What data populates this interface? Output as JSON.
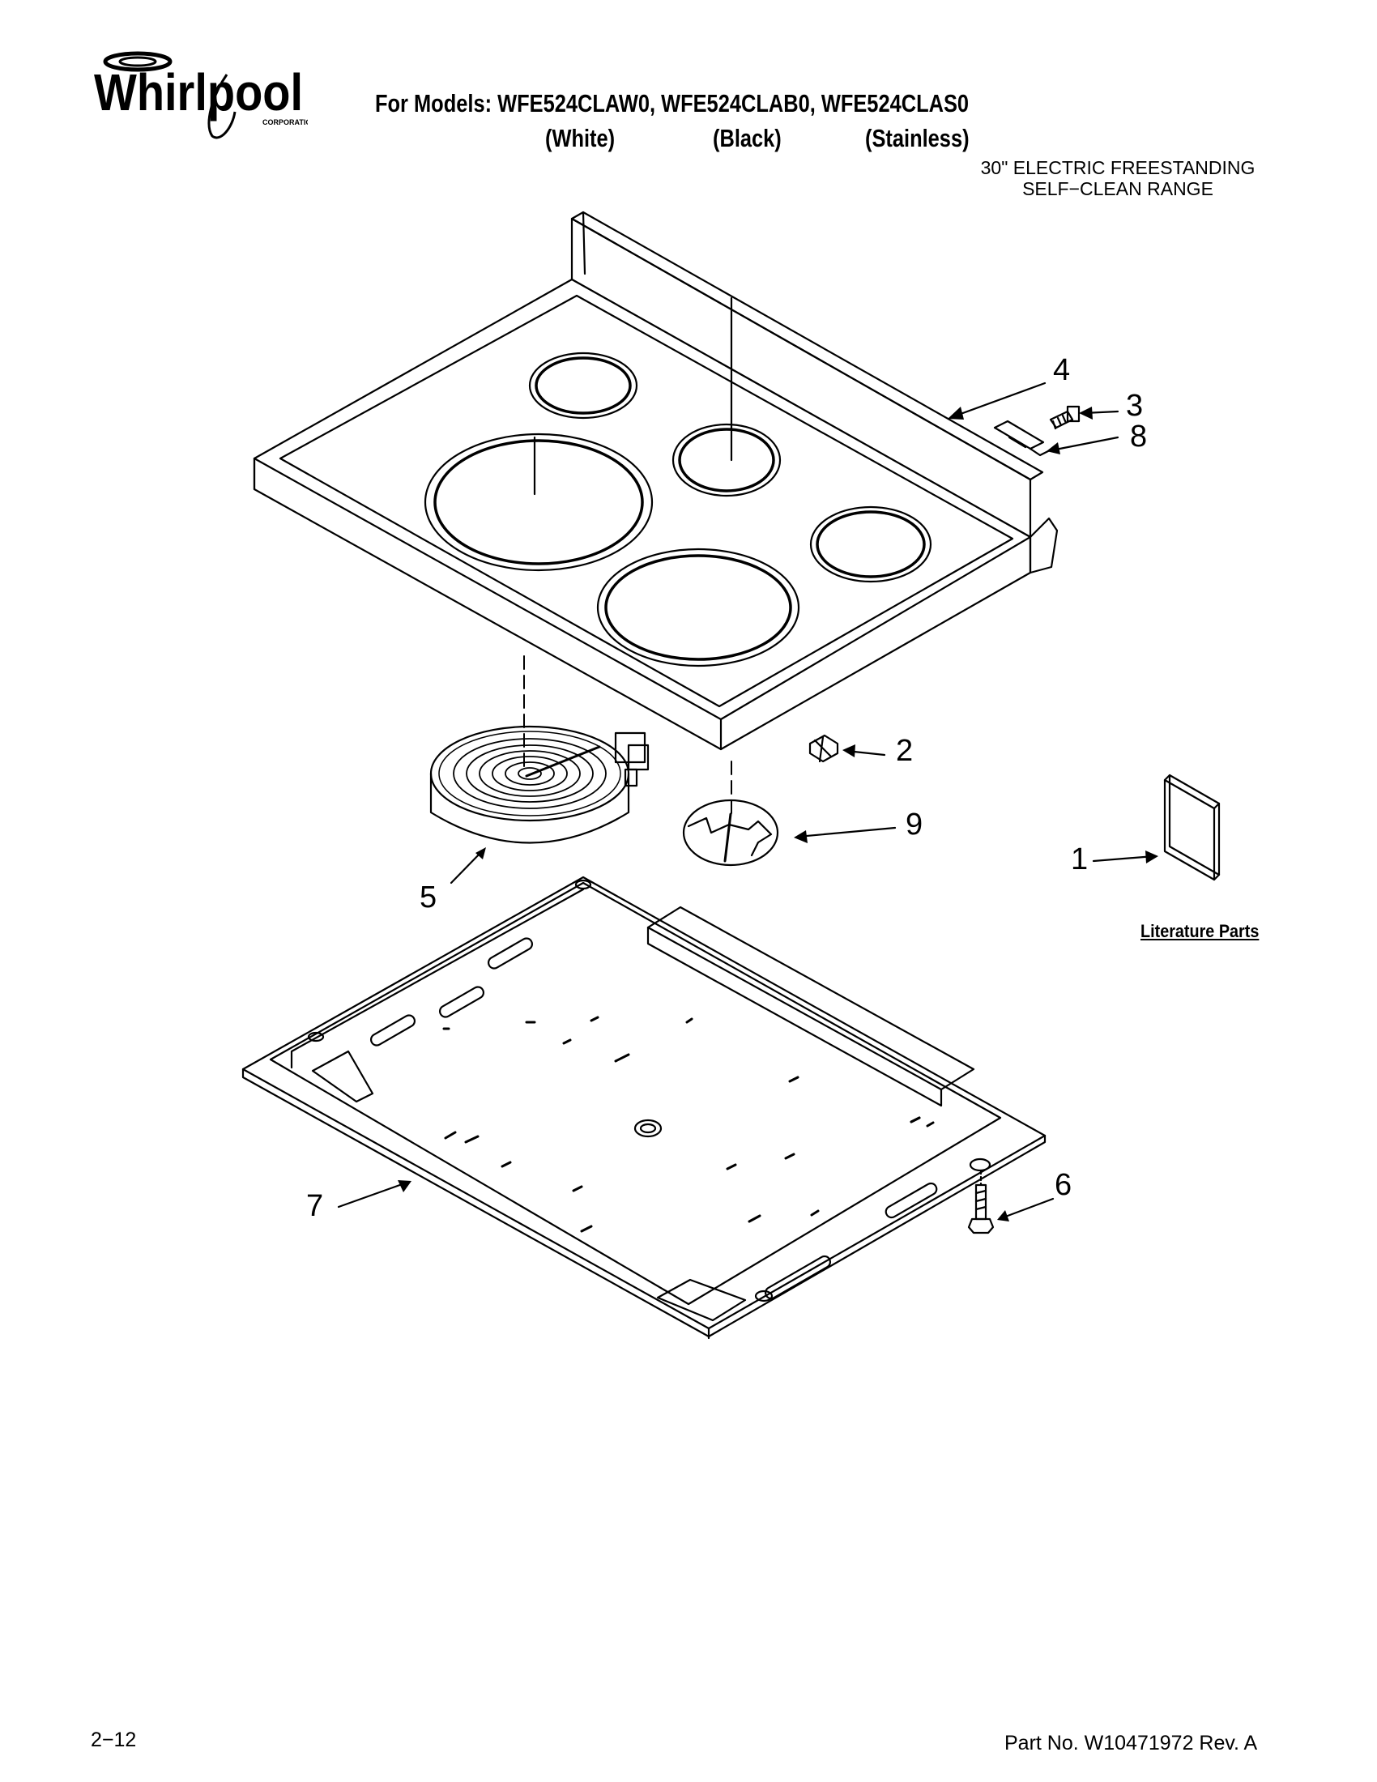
{
  "header": {
    "brand_name": "Whirlpool",
    "brand_subtext": "CORPORATION",
    "models_line": "For Models: WFE524CLAW0, WFE524CLAB0, WFE524CLAS0",
    "variants": [
      "(White)",
      "(Black)",
      "(Stainless)"
    ],
    "product_line1": "30\" ELECTRIC FREESTANDING",
    "product_line2": "SELF−CLEAN RANGE"
  },
  "callouts": [
    "1",
    "2",
    "3",
    "4",
    "5",
    "6",
    "7",
    "8",
    "9"
  ],
  "literature_label": "Literature Parts",
  "footer": {
    "page_number": "2−12",
    "part_number": "Part No. W10471972 Rev. A"
  }
}
